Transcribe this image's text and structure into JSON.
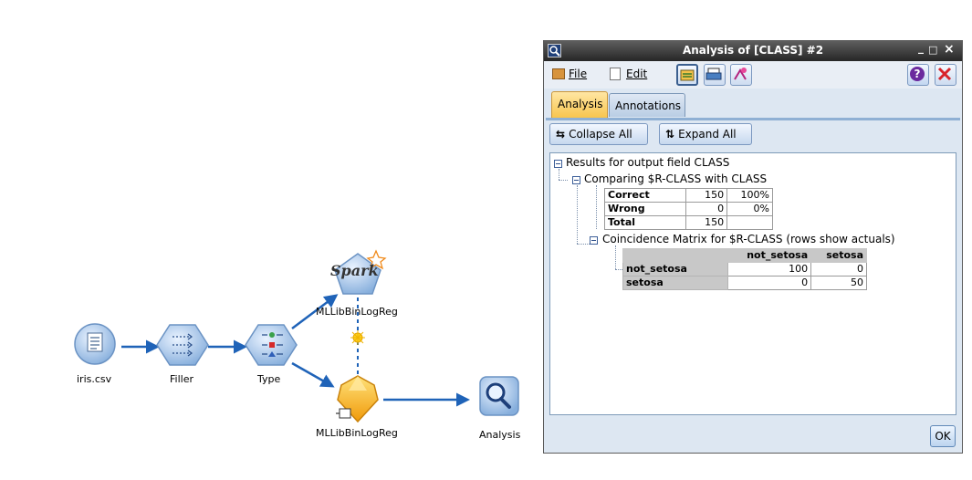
{
  "flow": {
    "nodes": [
      {
        "label": "iris.csv"
      },
      {
        "label": "Filler"
      },
      {
        "label": "Type"
      },
      {
        "label": "MLLibBinLogReg"
      },
      {
        "label": "MLLibBinLogReg"
      },
      {
        "label": "Analysis"
      }
    ],
    "spark_logo_text": "Spark"
  },
  "dialog": {
    "title": "Analysis of [CLASS] #2",
    "controls": {
      "minimize": "_",
      "maximize": "□",
      "close": "×"
    },
    "menu": {
      "file": "File",
      "edit": "Edit"
    },
    "tabs": [
      {
        "label": "Analysis",
        "active": true
      },
      {
        "label": "Annotations",
        "active": false
      }
    ],
    "collapse_all": "Collapse All",
    "expand_all": "Expand All",
    "tree": {
      "root": "Results for output field CLASS",
      "comparing": "Comparing $R-CLASS with CLASS",
      "comparison_rows": [
        {
          "label": "Correct",
          "count": "150",
          "pct": "100%"
        },
        {
          "label": "Wrong",
          "count": "0",
          "pct": "0%"
        },
        {
          "label": "Total",
          "count": "150",
          "pct": ""
        }
      ],
      "coincidence": "Coincidence Matrix for $R-CLASS (rows show actuals)",
      "matrix": {
        "columns": [
          "not_setosa",
          "setosa"
        ],
        "rows": [
          {
            "label": "not_setosa",
            "values": [
              "100",
              "0"
            ]
          },
          {
            "label": "setosa",
            "values": [
              "0",
              "50"
            ]
          }
        ]
      }
    },
    "ok": "OK"
  },
  "colors": {
    "connector": "#1f63b8",
    "node_blue": "#9fc2e8",
    "nugget_gold": "#f5b21d",
    "close_red": "#d8232a"
  }
}
